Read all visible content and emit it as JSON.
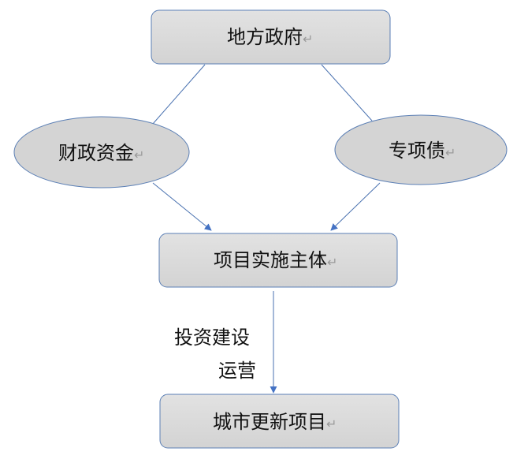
{
  "nodes": {
    "government": {
      "label": "地方政府",
      "mark": "↵"
    },
    "fiscal": {
      "label": "财政资金",
      "mark": "↵"
    },
    "bonds": {
      "label": "专项债",
      "mark": "↵"
    },
    "entity": {
      "label": "项目实施主体",
      "mark": "↵"
    },
    "project": {
      "label": "城市更新项目",
      "mark": "↵"
    }
  },
  "edges": {
    "entity_to_project": {
      "line1": "投资建设",
      "line2": "运营"
    }
  },
  "colors": {
    "node_fill": "#d9d9d9",
    "node_stroke": "#5b7fb5",
    "line": "#4a72b0",
    "arrow": "#4472c4"
  }
}
